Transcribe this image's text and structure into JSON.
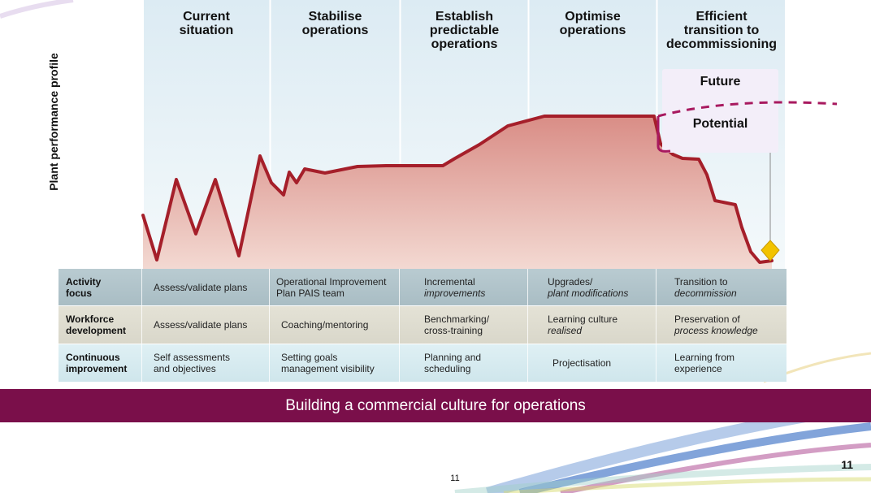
{
  "colors": {
    "banner": "#7a0f4a",
    "performance_line": "#a51f2a",
    "performance_fill": "#e2a59d",
    "future_line": "#a8195f",
    "phase_background": "#e6f1f7",
    "diamond": "#f2c300"
  },
  "diagram": {
    "y_label": "Plant performance profile",
    "phases": [
      "Current\nsituation",
      "Stabilise\noperations",
      "Establish\npredictable\noperations",
      "Optimise\noperations",
      "Efficient\ntransition to\ndecommissioning"
    ],
    "future_label": "Future",
    "potential_label": "Potential",
    "end_marker_icon": "diamond-icon"
  },
  "table": {
    "rows": [
      {
        "header": "Activity\nfocus",
        "cells": [
          [
            "Assess/validate plans",
            ""
          ],
          [
            "Operational Improvement",
            "Plan PAIS team"
          ],
          [
            "Incremental",
            "improvements"
          ],
          [
            "Upgrades/",
            "plant modifications"
          ],
          [
            "Transition to",
            "decommission"
          ]
        ]
      },
      {
        "header": "Workforce\ndevelopment",
        "cells": [
          [
            "Assess/validate plans",
            ""
          ],
          [
            "Coaching/mentoring",
            ""
          ],
          [
            "Benchmarking/",
            "cross-training"
          ],
          [
            "Learning culture",
            "realised"
          ],
          [
            "Preservation of",
            "process knowledge"
          ]
        ]
      },
      {
        "header": "Continuous\nimprovement",
        "cells": [
          [
            "Self assessments",
            "and objectives"
          ],
          [
            "Setting goals",
            "management visibility"
          ],
          [
            "Planning and",
            "scheduling"
          ],
          [
            "Projectisation",
            ""
          ],
          [
            "Learning from",
            "experience"
          ]
        ]
      }
    ]
  },
  "banner": "Building a commercial culture for operations",
  "footer": {
    "page_center": "11",
    "page_right": "11"
  }
}
